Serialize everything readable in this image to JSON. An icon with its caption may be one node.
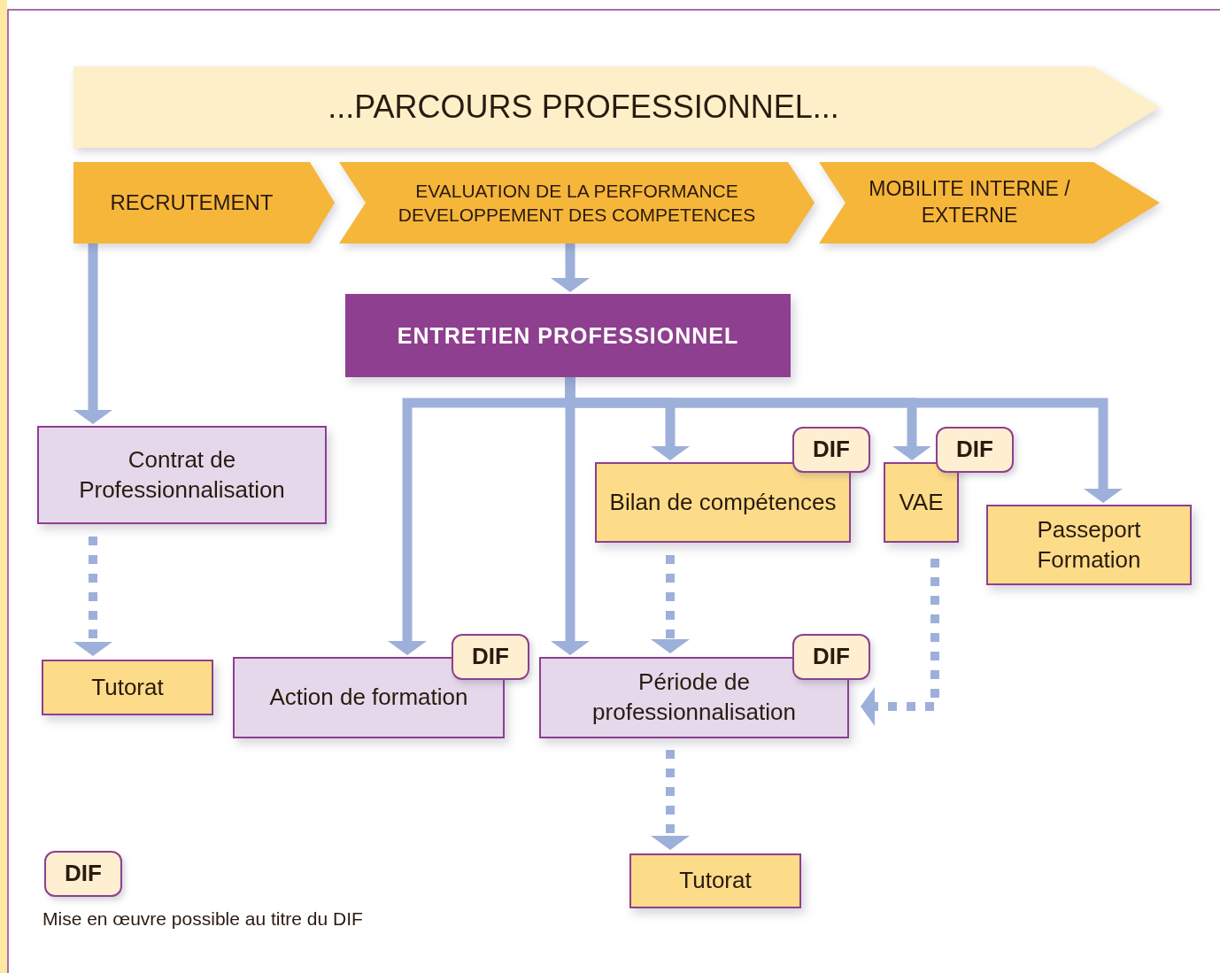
{
  "diagram": {
    "nodes": [
      {
        "text": [
          "...PARCOURS PROFESSIONNEL..."
        ]
      },
      {
        "text": [
          "RECRUTEMENT"
        ]
      },
      {
        "text": [
          "EVALUATION DE LA PERFORMANCE DEVELOPPEMENT DES COMPETENCES"
        ]
      },
      {
        "text": [
          "MOBILITE INTERNE / EXTERNE"
        ]
      },
      {
        "text": [
          "ENTRETIEN PROFESSIONNEL"
        ]
      },
      {
        "text": [
          "Contrat de Professionnalisation"
        ]
      },
      {
        "text": [
          "Bilan de compétences"
        ]
      },
      {
        "text": [
          "VAE"
        ]
      },
      {
        "text": [
          "Passeport Formation"
        ]
      },
      {
        "text": [
          "Tutorat"
        ]
      },
      {
        "text": [
          "Action de formation"
        ]
      },
      {
        "text": [
          "Période de professionnalisation"
        ]
      },
      {
        "text": [
          "Tutorat"
        ]
      },
      {
        "text": [
          "DIF"
        ]
      },
      {
        "text": [
          "DIF"
        ]
      },
      {
        "text": [
          "DIF"
        ]
      },
      {
        "text": [
          "DIF"
        ]
      },
      {
        "text": [
          "DIF"
        ]
      }
    ],
    "edges": [
      {
        "from": 1,
        "to": 5,
        "arrow": "to"
      },
      {
        "from": 2,
        "to": 4,
        "arrow": "to"
      },
      {
        "from": 4,
        "to": 10,
        "arrow": "to"
      },
      {
        "from": 4,
        "to": 11,
        "arrow": "to"
      },
      {
        "from": 4,
        "to": 6,
        "arrow": "to"
      },
      {
        "from": 4,
        "to": 7,
        "arrow": "to"
      },
      {
        "from": 4,
        "to": 8,
        "arrow": "to"
      },
      {
        "from": 5,
        "to": 9,
        "arrow": "to",
        "style": "dashed"
      },
      {
        "from": 6,
        "to": 11,
        "arrow": "to",
        "style": "dashed"
      },
      {
        "from": 7,
        "to": 11,
        "arrow": "to",
        "style": "dashed"
      },
      {
        "from": 11,
        "to": 12,
        "arrow": "to",
        "style": "dashed"
      }
    ],
    "legend": [
      {
        "text": "Mise en œuvre possible au titre du DIF"
      }
    ]
  }
}
